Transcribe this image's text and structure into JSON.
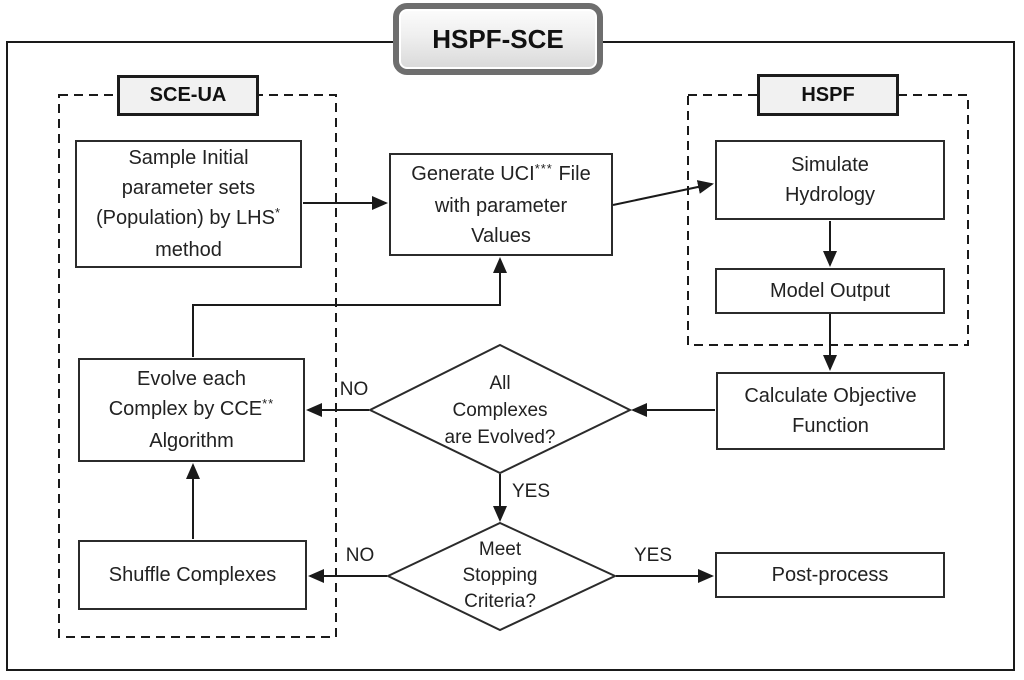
{
  "diagram": {
    "title": "HSPF-SCE",
    "groups": {
      "sce_ua": {
        "label": "SCE-UA"
      },
      "hspf": {
        "label": "HSPF"
      }
    },
    "nodes": {
      "sample": {
        "l1": "Sample Initial",
        "l2": "parameter sets",
        "l3_pre": "(Population) by LHS",
        "l3_sup": "*",
        "l4": "method"
      },
      "generate_uci": {
        "l1_pre": "Generate UCI",
        "l1_sup": "***",
        "l1_post": "File",
        "l2": "with parameter",
        "l3": "Values"
      },
      "simulate": {
        "l1": "Simulate",
        "l2": "Hydrology"
      },
      "model_output": {
        "label": "Model Output"
      },
      "calc_obj": {
        "l1": "Calculate Objective",
        "l2": "Function"
      },
      "evolve": {
        "l1": "Evolve each",
        "l2_pre": "Complex by CCE",
        "l2_sup": "**",
        "l3": "Algorithm"
      },
      "shuffle": {
        "label": "Shuffle Complexes"
      },
      "post_process": {
        "label": "Post-process"
      }
    },
    "decisions": {
      "all_evolved": {
        "l1": "All",
        "l2": "Complexes",
        "l3": "are Evolved?"
      },
      "stopping": {
        "l1": "Meet",
        "l2": "Stopping",
        "l3": "Criteria?"
      }
    },
    "edge_labels": {
      "no_evolved": "NO",
      "yes_evolved": "YES",
      "no_stopping": "NO",
      "yes_stopping": "YES"
    }
  },
  "colors": {
    "line": "#1a1a1a",
    "title_border": "#6e6e6e",
    "group_label_fill": "#f1f1f1",
    "background": "#ffffff"
  }
}
